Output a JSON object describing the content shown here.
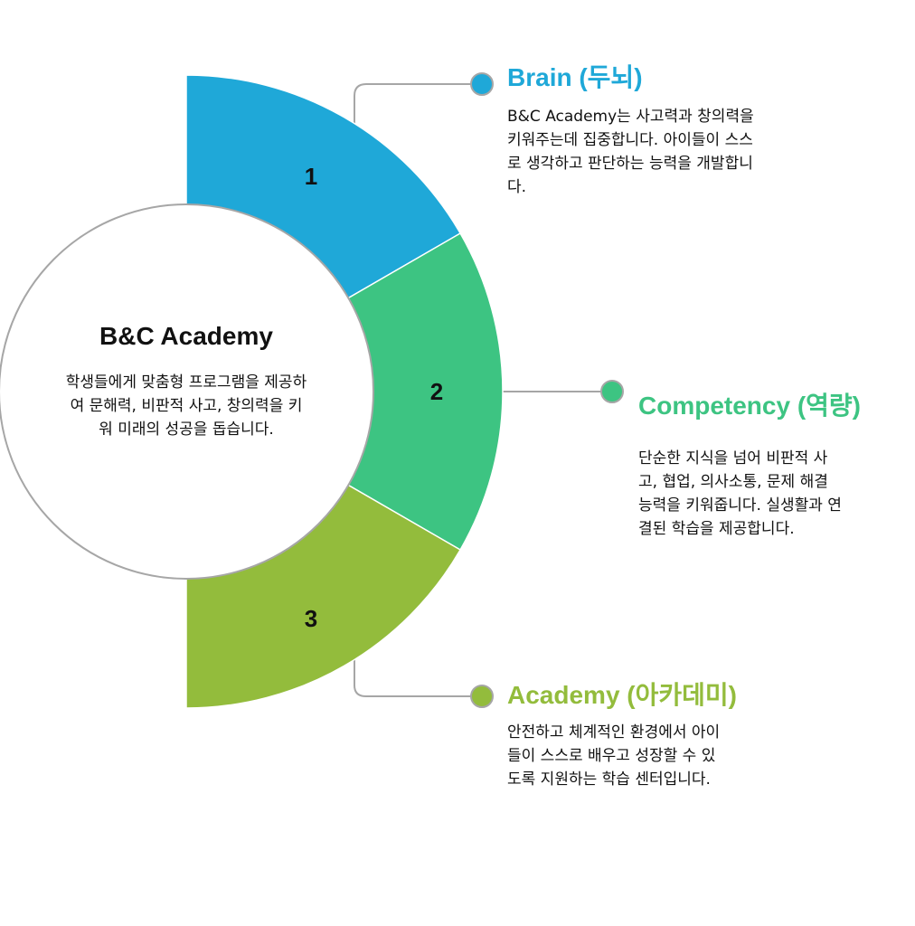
{
  "center": {
    "title": "B&C Academy",
    "description": "학생들에게 맞춤형 프로그램을 제공하여 문해력, 비판적 사고, 창의력을 키워 미래의 성공을 돕습니다."
  },
  "segments": [
    {
      "number": "1",
      "title": "Brain (두뇌)",
      "description": "B&C Academy는 사고력과 창의력을 키워주는데 집중합니다. 아이들이 스스로 생각하고 판단하는 능력을 개발합니다.",
      "color": "#1fa8d8"
    },
    {
      "number": "2",
      "title": "Competency (역량)",
      "description": "단순한 지식을 넘어 비판적 사고, 협업, 의사소통, 문제 해결 능력을 키워줍니다. 실생활과 연결된 학습을 제공합니다.",
      "color": "#3dc482"
    },
    {
      "number": "3",
      "title": "Academy (아카데미)",
      "description": "안전하고 체계적인 환경에서 아이들이 스스로 배우고 성장할 수 있도록 지원하는 학습 센터입니다.",
      "color": "#93bc3c"
    }
  ],
  "colors": {
    "connector_line": "#a6a6a6",
    "center_circle_border": "#a6a6a6",
    "background": "#ffffff"
  }
}
